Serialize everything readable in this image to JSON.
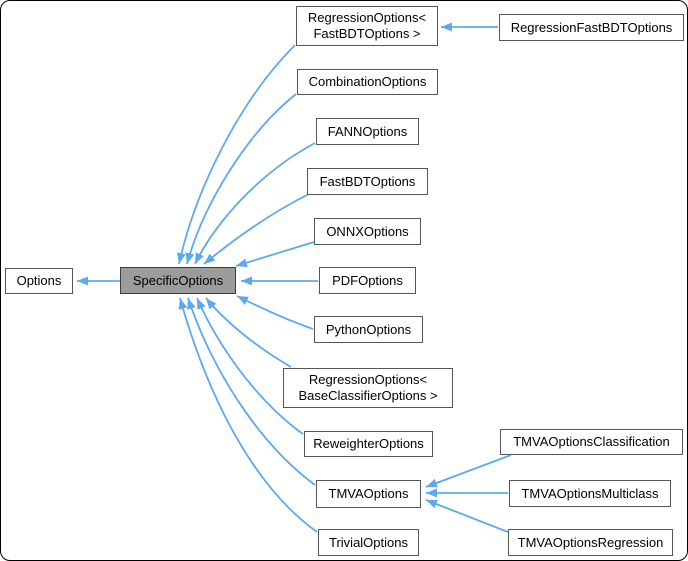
{
  "diagram_type": "class-inheritance-graph",
  "colors": {
    "edge_blue": "#5da9ee",
    "node_fill": "#ffffff",
    "node_border": "#565656",
    "highlight_fill": "#9c9c9c",
    "highlight_border": "#3d3d3d",
    "text": "#000000",
    "background": "#ffffff"
  },
  "nodes": [
    {
      "id": "options",
      "label": "Options"
    },
    {
      "id": "specific-options",
      "label": "SpecificOptions",
      "current": true
    },
    {
      "id": "regression-options-fastbdt",
      "label": "RegressionOptions<\nFastBDTOptions >"
    },
    {
      "id": "regression-fastbdt-options",
      "label": "RegressionFastBDTOptions"
    },
    {
      "id": "combination-options",
      "label": "CombinationOptions"
    },
    {
      "id": "fann-options",
      "label": "FANNOptions"
    },
    {
      "id": "fastbdt-options",
      "label": "FastBDTOptions"
    },
    {
      "id": "onnx-options",
      "label": "ONNXOptions"
    },
    {
      "id": "pdf-options",
      "label": "PDFOptions"
    },
    {
      "id": "python-options",
      "label": "PythonOptions"
    },
    {
      "id": "regression-options-baseclassifier",
      "label": "RegressionOptions<\nBaseClassifierOptions >"
    },
    {
      "id": "reweighter-options",
      "label": "ReweighterOptions"
    },
    {
      "id": "tmva-options",
      "label": "TMVAOptions"
    },
    {
      "id": "tmva-options-classification",
      "label": "TMVAOptionsClassification"
    },
    {
      "id": "tmva-options-multiclass",
      "label": "TMVAOptionsMulticlass"
    },
    {
      "id": "tmva-options-regression",
      "label": "TMVAOptionsRegression"
    },
    {
      "id": "trivial-options",
      "label": "TrivialOptions"
    }
  ],
  "edges": [
    {
      "from": "SpecificOptions",
      "to": "Options",
      "type": "public-inheritance"
    },
    {
      "from": "RegressionOptions< FastBDTOptions >",
      "to": "SpecificOptions",
      "type": "public-inheritance"
    },
    {
      "from": "CombinationOptions",
      "to": "SpecificOptions",
      "type": "public-inheritance"
    },
    {
      "from": "FANNOptions",
      "to": "SpecificOptions",
      "type": "public-inheritance"
    },
    {
      "from": "FastBDTOptions",
      "to": "SpecificOptions",
      "type": "public-inheritance"
    },
    {
      "from": "ONNXOptions",
      "to": "SpecificOptions",
      "type": "public-inheritance"
    },
    {
      "from": "PDFOptions",
      "to": "SpecificOptions",
      "type": "public-inheritance"
    },
    {
      "from": "PythonOptions",
      "to": "SpecificOptions",
      "type": "public-inheritance"
    },
    {
      "from": "RegressionOptions< BaseClassifierOptions >",
      "to": "SpecificOptions",
      "type": "public-inheritance"
    },
    {
      "from": "ReweighterOptions",
      "to": "SpecificOptions",
      "type": "public-inheritance"
    },
    {
      "from": "TMVAOptions",
      "to": "SpecificOptions",
      "type": "public-inheritance"
    },
    {
      "from": "TrivialOptions",
      "to": "SpecificOptions",
      "type": "public-inheritance"
    },
    {
      "from": "RegressionFastBDTOptions",
      "to": "RegressionOptions< FastBDTOptions >",
      "type": "public-inheritance"
    },
    {
      "from": "TMVAOptionsClassification",
      "to": "TMVAOptions",
      "type": "public-inheritance"
    },
    {
      "from": "TMVAOptionsMulticlass",
      "to": "TMVAOptions",
      "type": "public-inheritance"
    },
    {
      "from": "TMVAOptionsRegression",
      "to": "TMVAOptions",
      "type": "public-inheritance"
    }
  ]
}
